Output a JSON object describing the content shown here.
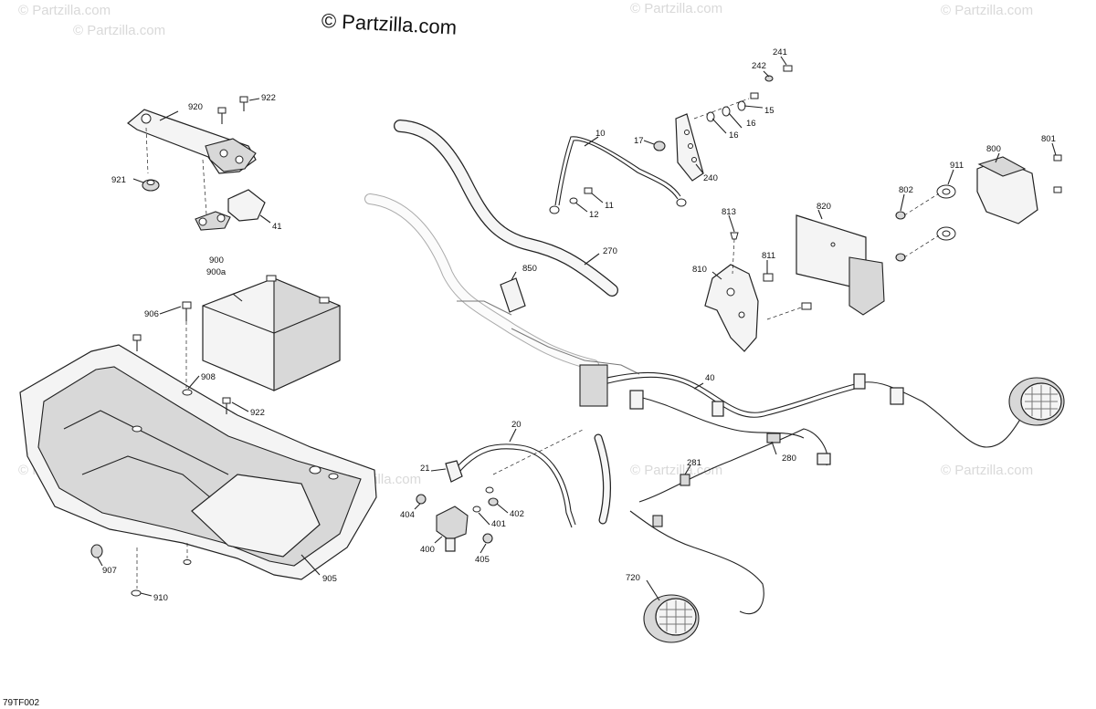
{
  "watermark": {
    "main": "© Partzilla.com",
    "faint": "© Partzilla.com"
  },
  "diagram_code": "79TF002",
  "callouts": {
    "p10": "10",
    "p11": "11",
    "p12": "12",
    "p15": "15",
    "p16a": "16",
    "p16b": "16",
    "p17": "17",
    "p20": "20",
    "p21": "21",
    "p40": "40",
    "p41": "41",
    "p240": "240",
    "p241": "241",
    "p242": "242",
    "p270": "270",
    "p280": "280",
    "p281": "281",
    "p400": "400",
    "p401": "401",
    "p402": "402",
    "p404": "404",
    "p405": "405",
    "p720": "720",
    "p800": "800",
    "p801": "801",
    "p802": "802",
    "p810": "810",
    "p811": "811",
    "p813": "813",
    "p820": "820",
    "p850": "850",
    "p900": "900",
    "p900a": "900a",
    "p905": "905",
    "p906": "906",
    "p907": "907",
    "p908": "908",
    "p910": "910",
    "p911": "911",
    "p920": "920",
    "p921": "921",
    "p922a": "922",
    "p922b": "922"
  }
}
